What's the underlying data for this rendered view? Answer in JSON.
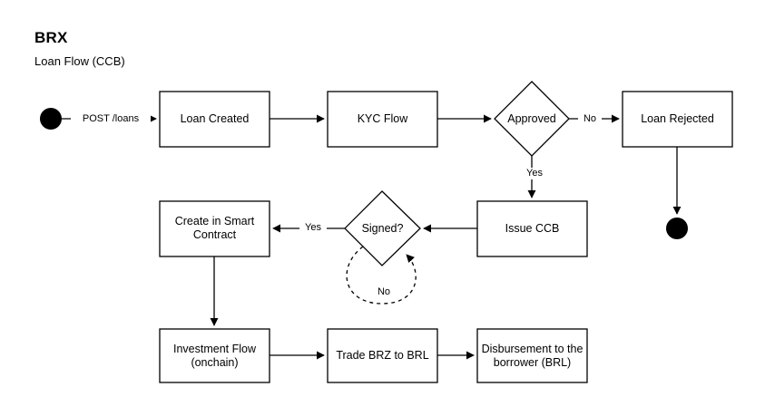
{
  "header": {
    "title": "BRX",
    "subtitle": "Loan Flow (CCB)"
  },
  "diagram": {
    "type": "flowchart",
    "background_color": "#ffffff",
    "stroke_color": "#000000",
    "nodes": [
      {
        "id": "start",
        "shape": "start-circle",
        "label": ""
      },
      {
        "id": "loan-created",
        "shape": "rectangle",
        "label": "Loan Created"
      },
      {
        "id": "kyc-flow",
        "shape": "rectangle",
        "label": "KYC Flow"
      },
      {
        "id": "approved",
        "shape": "diamond",
        "label": "Approved"
      },
      {
        "id": "loan-rejected",
        "shape": "rectangle",
        "label": "Loan Rejected"
      },
      {
        "id": "end",
        "shape": "end-circle",
        "label": ""
      },
      {
        "id": "issue-ccb",
        "shape": "rectangle",
        "label": "Issue CCB"
      },
      {
        "id": "signed",
        "shape": "diamond",
        "label": "Signed?"
      },
      {
        "id": "create-smart-contract",
        "shape": "rectangle",
        "label": "Create in Smart\nContract"
      },
      {
        "id": "investment-flow",
        "shape": "rectangle",
        "label": "Investment Flow\n(onchain)"
      },
      {
        "id": "trade-brz-brl",
        "shape": "rectangle",
        "label": "Trade BRZ to BRL"
      },
      {
        "id": "disbursement",
        "shape": "rectangle",
        "label": "Disbursement to the\nborrower (BRL)"
      }
    ],
    "edges": [
      {
        "id": "start-to-loan-created",
        "from": "start",
        "to": "loan-created",
        "label": "POST /loans",
        "style": "solid"
      },
      {
        "id": "loan-created-to-kyc",
        "from": "loan-created",
        "to": "kyc-flow",
        "label": "",
        "style": "solid"
      },
      {
        "id": "kyc-to-approved",
        "from": "kyc-flow",
        "to": "approved",
        "label": "",
        "style": "solid"
      },
      {
        "id": "approved-to-loan-rejected",
        "from": "approved",
        "to": "loan-rejected",
        "label": "No",
        "style": "solid"
      },
      {
        "id": "approved-to-issue-ccb",
        "from": "approved",
        "to": "issue-ccb",
        "label": "Yes",
        "style": "solid"
      },
      {
        "id": "loan-rejected-to-end",
        "from": "loan-rejected",
        "to": "end",
        "label": "",
        "style": "solid"
      },
      {
        "id": "issue-ccb-to-signed",
        "from": "issue-ccb",
        "to": "signed",
        "label": "",
        "style": "solid"
      },
      {
        "id": "signed-to-create-smart-contract",
        "from": "signed",
        "to": "create-smart-contract",
        "label": "Yes",
        "style": "solid"
      },
      {
        "id": "signed-self-loop",
        "from": "signed",
        "to": "signed",
        "label": "No",
        "style": "dashed"
      },
      {
        "id": "create-smart-contract-to-investment",
        "from": "create-smart-contract",
        "to": "investment-flow",
        "label": "",
        "style": "solid"
      },
      {
        "id": "investment-to-trade",
        "from": "investment-flow",
        "to": "trade-brz-brl",
        "label": "",
        "style": "solid"
      },
      {
        "id": "trade-to-disbursement",
        "from": "trade-brz-brl",
        "to": "disbursement",
        "label": "",
        "style": "solid"
      }
    ]
  }
}
